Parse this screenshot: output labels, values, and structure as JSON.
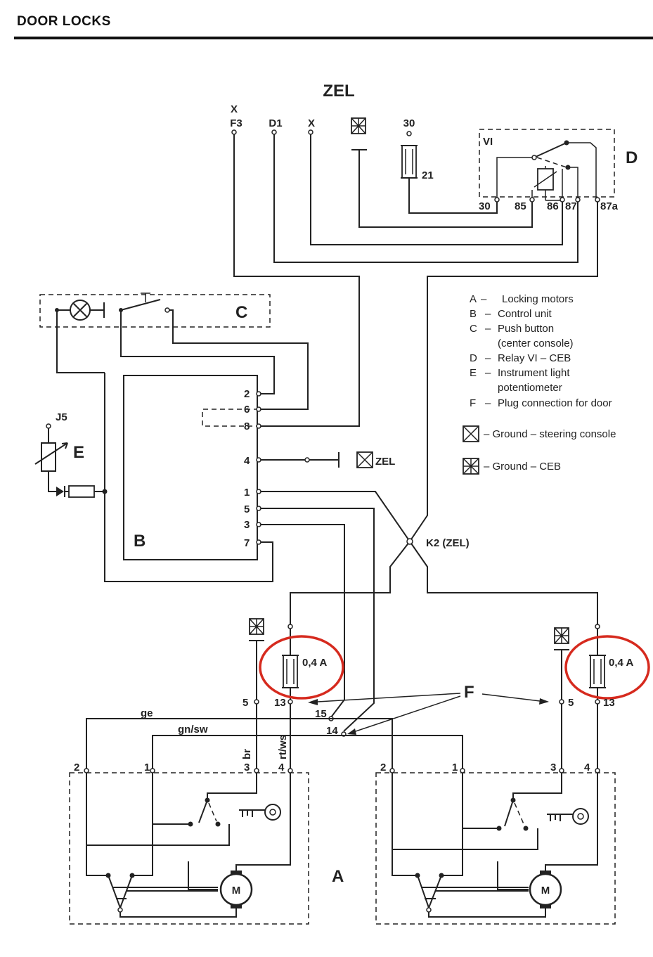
{
  "page": {
    "title": "DOOR LOCKS"
  },
  "labels": {
    "zel": "ZEL",
    "x1": "X",
    "f3": "F3",
    "d1": "D1",
    "x2": "X",
    "t30": "30",
    "t21": "21",
    "vi": "VI",
    "d": "D",
    "r30": "30",
    "r85": "85",
    "r86": "86",
    "r87": "87",
    "r87a": "87a",
    "c": "C",
    "j5": "J5",
    "e": "E",
    "b": "B",
    "p2": "2",
    "p6": "6",
    "p8": "8",
    "p4": "4",
    "p1": "1",
    "p5": "5",
    "p3": "3",
    "p7": "7",
    "zel_ground": "ZEL",
    "k2": "K2 (ZEL)",
    "fuse_left": "0,4 A",
    "fuse_right": "0,4 A",
    "f": "F",
    "l5": "5",
    "l13": "13",
    "l15": "15",
    "l14": "14",
    "r5": "5",
    "r13": "13",
    "ge": "ge",
    "gnsw": "gn/sw",
    "br": "br",
    "rtws": "rt/ws",
    "la2": "2",
    "la1": "1",
    "la3": "3",
    "la4": "4",
    "ra2": "2",
    "ra1": "1",
    "ra3": "3",
    "ra4": "4",
    "a": "A",
    "motor_left": "M",
    "motor_right": "M"
  },
  "legend": [
    {
      "key": "A",
      "text": "Locking motors"
    },
    {
      "key": "B",
      "text": "Control unit"
    },
    {
      "key": "C",
      "text": "Push button"
    },
    {
      "key": "",
      "text": "(center console)"
    },
    {
      "key": "D",
      "text": "Relay VI – CEB"
    },
    {
      "key": "E",
      "text": "Instrument light"
    },
    {
      "key": "",
      "text": "potentiometer"
    },
    {
      "key": "F",
      "text": "Plug connection for door"
    }
  ],
  "ground_legend": [
    {
      "icon": "ground-steering-console-icon",
      "text": "– Ground – steering console"
    },
    {
      "icon": "ground-ceb-icon",
      "text": "– Ground – CEB"
    }
  ],
  "colors": {
    "highlight": "#d62a1e",
    "ink": "#222222"
  }
}
